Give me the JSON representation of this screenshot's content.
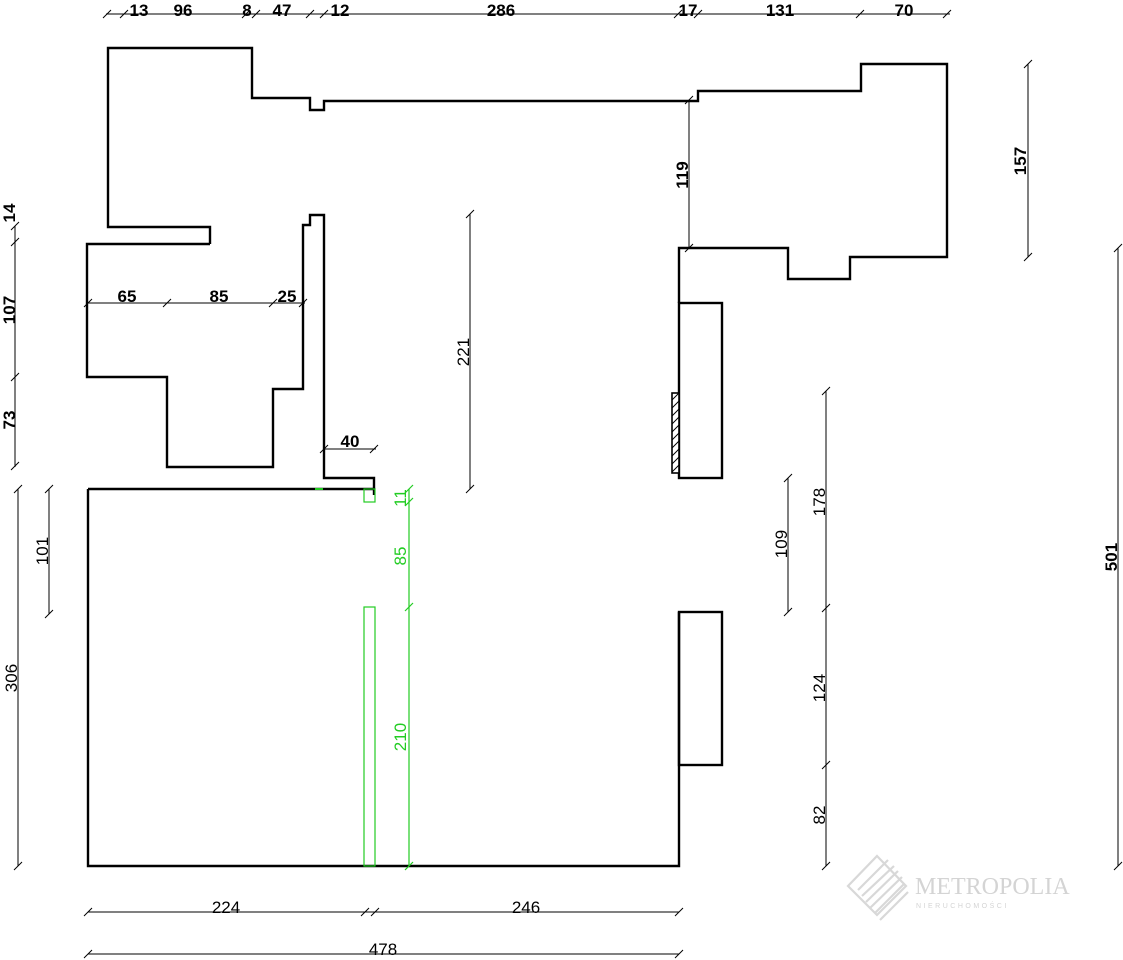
{
  "dimensions": {
    "top": [
      "13",
      "96",
      "8",
      "47",
      "12",
      "286",
      "17",
      "131",
      "70"
    ],
    "left": [
      "14",
      "107",
      "73"
    ],
    "inner_left": [
      "65",
      "85",
      "25"
    ],
    "niche": "40",
    "right_block": "157",
    "corridor_drop": "119",
    "center": "221",
    "left_lower": [
      "101",
      "306"
    ],
    "green": [
      "11",
      "85",
      "210"
    ],
    "right_side": [
      "109",
      "178",
      "124",
      "82",
      "501"
    ],
    "bottom": [
      "224",
      "246"
    ],
    "total": "478"
  },
  "logo": {
    "name": "METROPOLIA",
    "tagline": "NIERUCHOMOŚCI"
  },
  "colors": {
    "walls": "#000000",
    "green_dimensions": "#22cc22",
    "logo": "#d4d4d4"
  }
}
